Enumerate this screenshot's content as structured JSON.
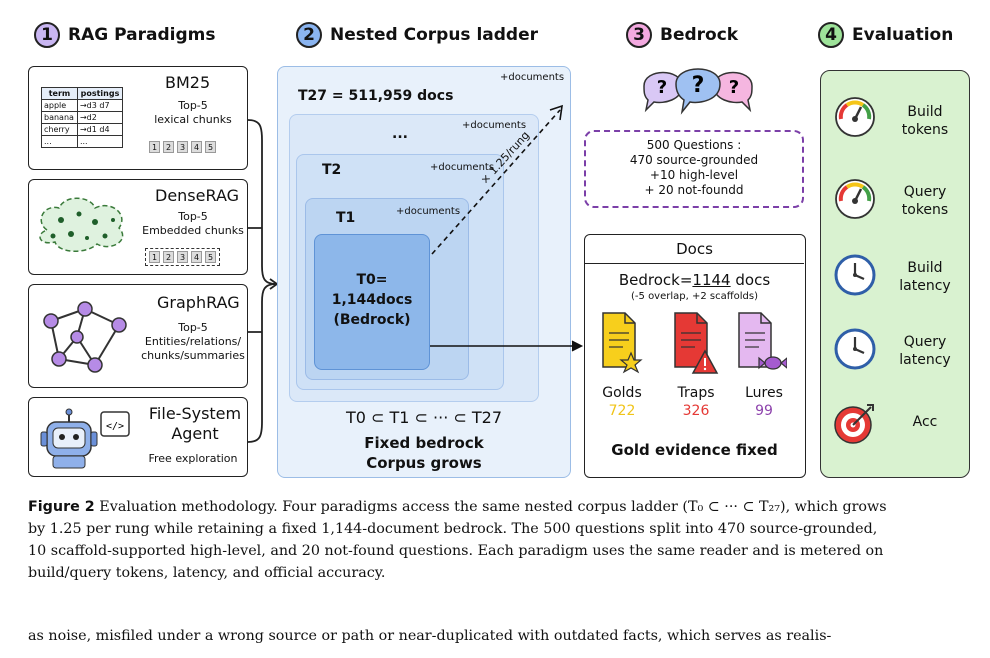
{
  "section1": {
    "num": "1",
    "title": "RAG Paradigms"
  },
  "section2": {
    "num": "2",
    "title": "Nested Corpus ladder"
  },
  "section3": {
    "num": "3",
    "title": "Bedrock"
  },
  "section4": {
    "num": "4",
    "title": "Evaluation"
  },
  "bm25": {
    "title": "BM25",
    "desc": "Top-5\nlexical chunks",
    "table_headers": [
      "term",
      "postings"
    ],
    "rows": [
      {
        "term": "apple",
        "postings": [
          "d3",
          "d7"
        ]
      },
      {
        "term": "banana",
        "postings": [
          "d2"
        ]
      },
      {
        "term": "cherry",
        "postings": [
          "d1",
          "d4"
        ]
      },
      {
        "term": "...",
        "postings": [
          "..."
        ]
      }
    ]
  },
  "dense": {
    "title": "DenseRAG",
    "desc": "Top-5\nEmbedded chunks"
  },
  "graph": {
    "title": "GraphRAG",
    "desc": "Top-5\nEntities/relations/\nchunks/summaries"
  },
  "agent": {
    "title": "File-System\nAgent",
    "desc": "Free exploration",
    "code_glyph": "</>"
  },
  "chunk_numbers": [
    "1",
    "2",
    "3",
    "4",
    "5"
  ],
  "ladder": {
    "t27": "T27 = 511,959 docs",
    "dots": "...",
    "t2": "T2",
    "t1": "T1",
    "t0": "T0=\n1,144docs\n(Bedrock)",
    "plus": "+documents",
    "rate": "× 1.25/rung",
    "chain": "T0 ⊂ T1 ⊂ ··· ⊂ T27",
    "fixed": "Fixed bedrock",
    "grows": "Corpus grows"
  },
  "bedrock": {
    "q_marks": [
      "?",
      "?",
      "?"
    ],
    "questions": "500 Questions :\n470 source-grounded\n+10 high-level\n+ 20 not-foundd"
  },
  "docs": {
    "title": "Docs",
    "bedrock_prefix": "Bedrock=",
    "bedrock_count": "1144",
    "bedrock_suffix": " docs",
    "note": "(-5 overlap, +2 scaffolds)",
    "golds_label": "Golds",
    "golds_value": "722",
    "traps_label": "Traps",
    "traps_value": "326",
    "lures_label": "Lures",
    "lures_value": "99",
    "footer": "Gold evidence fixed"
  },
  "evaluation": {
    "items": [
      "Build\ntokens",
      "Query\ntokens",
      "Build\nlatency",
      "Query\nlatency",
      "Acc"
    ]
  },
  "colors": {
    "gold": "#f5c518",
    "trap": "#e53935",
    "lure": "#8e44ad",
    "eval_green": "#d9f2d0",
    "ladder_blue": "#cfe2f7",
    "c1": "#c9b6f2",
    "c2": "#8ab4f0",
    "c3": "#f3a9e0",
    "c4": "#9ee39a"
  },
  "caption": {
    "label": "Figure 2",
    "line1": " Evaluation methodology. Four paradigms access the same nested corpus ladder (T₀ ⊂ ··· ⊂ T₂₇), which grows",
    "line2": "by 1.25 per rung while retaining a fixed 1,144-document bedrock. The 500 questions split into 470 source-grounded,",
    "line3": "10 scaffold-supported high-level, and 20 not-found questions. Each paradigm uses the same reader and is metered on",
    "line4": "build/query tokens, latency, and official accuracy."
  },
  "body": {
    "line1": "as noise, misfiled under a wrong source or path or near-duplicated with outdated facts, which serves as realis-"
  }
}
